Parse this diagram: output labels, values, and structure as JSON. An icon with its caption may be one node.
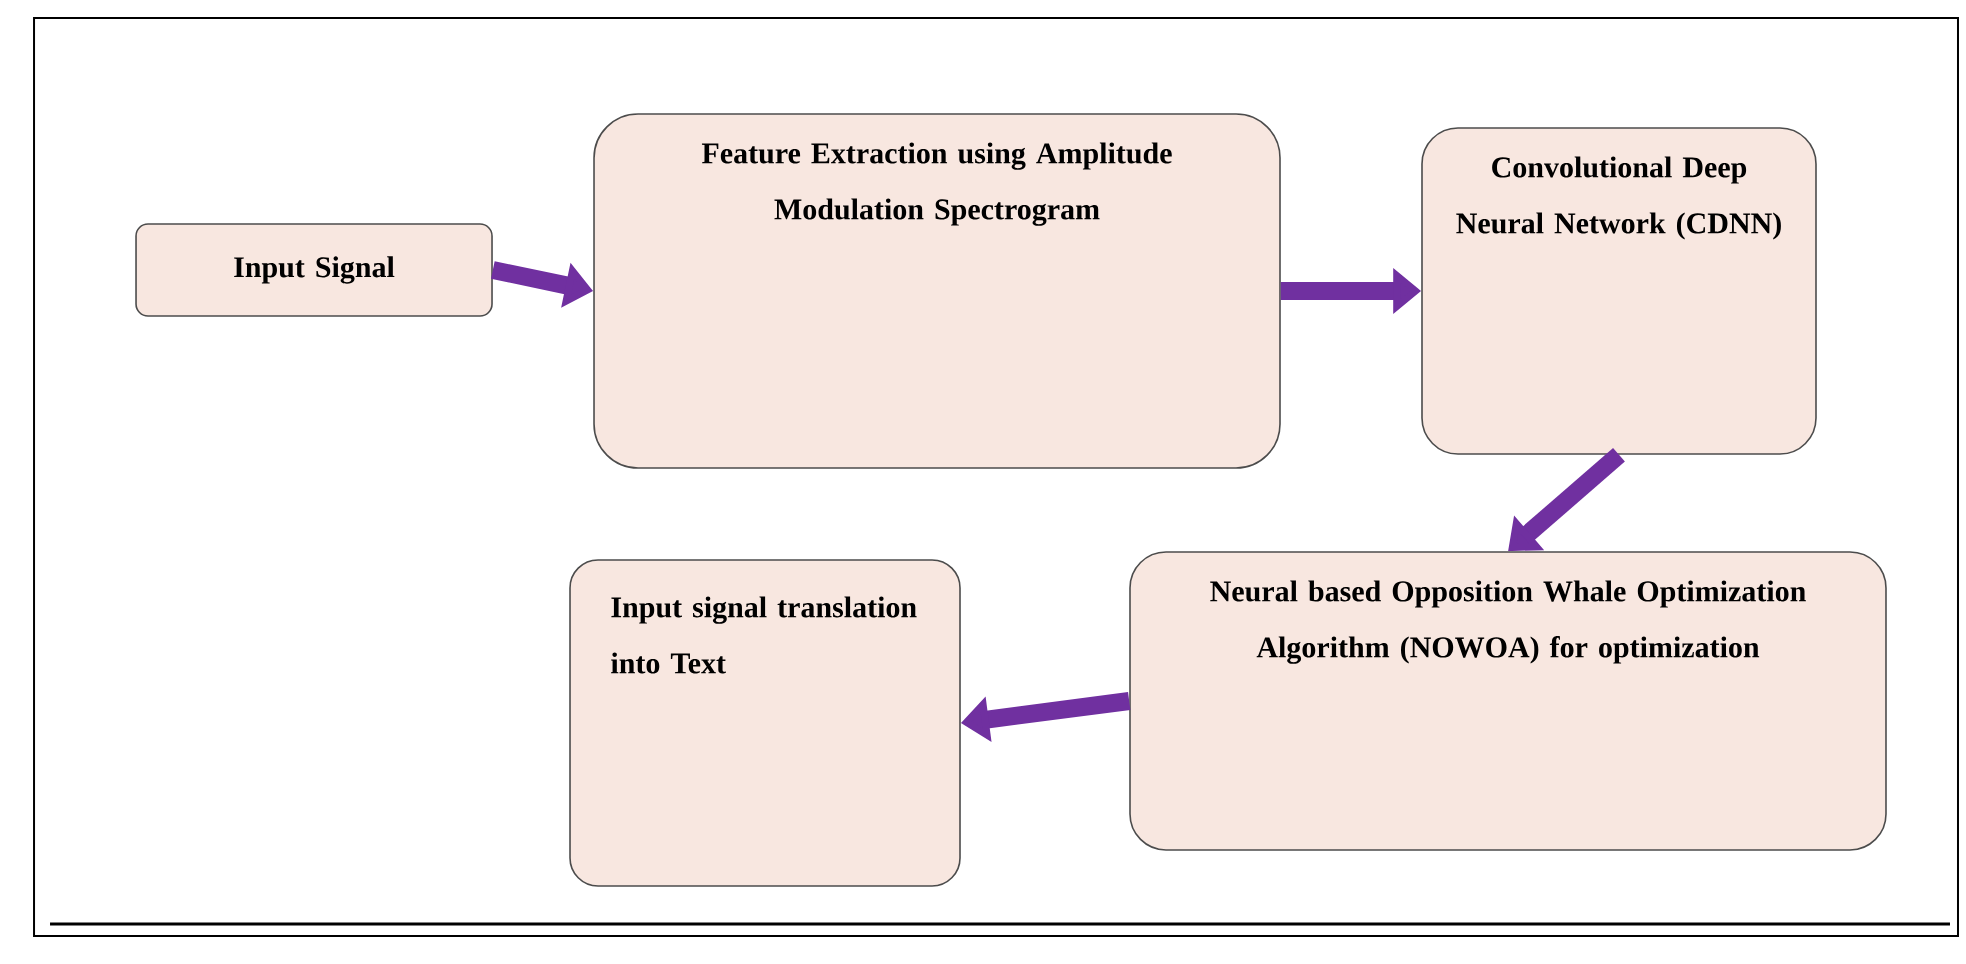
{
  "diagram": {
    "nodes": [
      {
        "text": [
          "Input Signal"
        ]
      },
      {
        "text": [
          "Feature Extraction using Amplitude Modulation Spectrogram"
        ]
      },
      {
        "text": [
          "Convolutional Deep Neural Network (CDNN)"
        ]
      },
      {
        "text": [
          "Neural based Opposition Whale Optimization Algorithm (NOWOA) for optimization"
        ]
      },
      {
        "text": [
          "Input signal translation into Text"
        ]
      }
    ],
    "edges": [
      {
        "from": 0,
        "to": 1,
        "arrow": "to"
      },
      {
        "from": 1,
        "to": 2,
        "arrow": "to"
      },
      {
        "from": 2,
        "to": 3,
        "arrow": "to"
      },
      {
        "from": 3,
        "to": 4,
        "arrow": "to"
      }
    ]
  }
}
